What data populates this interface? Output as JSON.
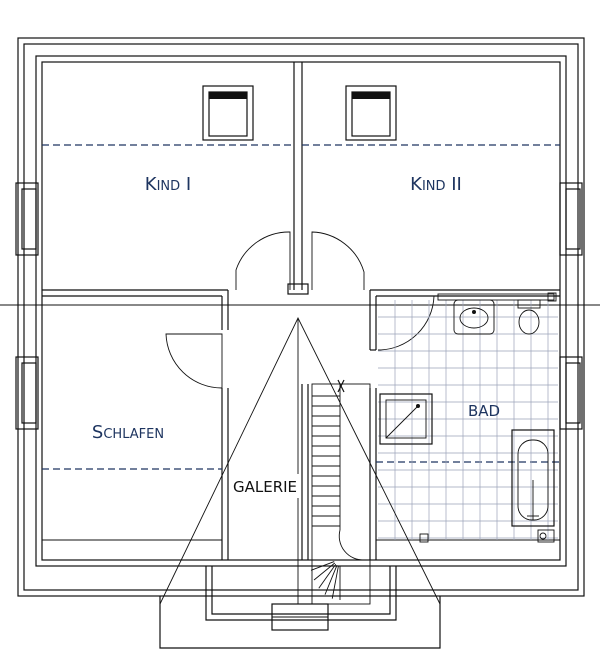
{
  "rooms": {
    "kind1": {
      "label": "Kind I"
    },
    "kind2": {
      "label": "Kind II"
    },
    "schlafen": {
      "label": "Schlafen"
    },
    "bad": {
      "label": "BAD"
    },
    "galerie": {
      "label": "GALERIE"
    }
  },
  "colors": {
    "wall": "#111111",
    "label": "#1e3560",
    "dash": "#1e3560",
    "tile": "#9aa3b8"
  }
}
